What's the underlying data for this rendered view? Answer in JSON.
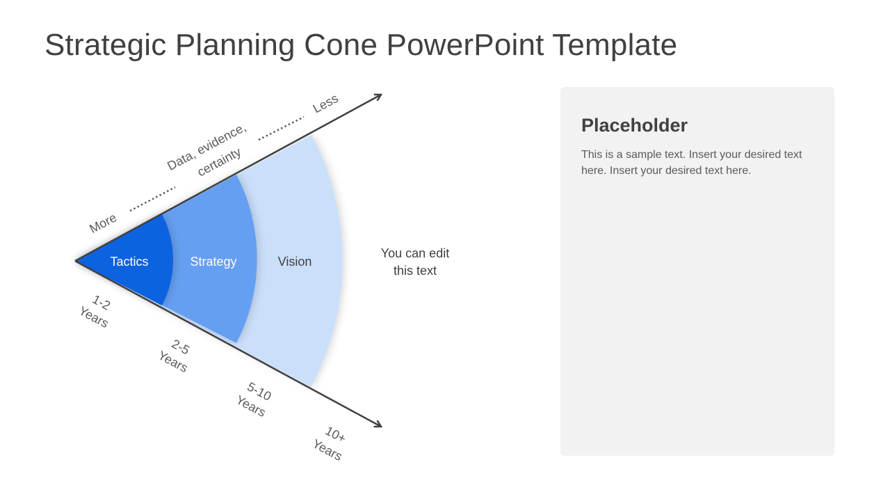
{
  "slide": {
    "title": "Strategic Planning Cone PowerPoint Template"
  },
  "cone": {
    "top_labels": {
      "more": "More",
      "middle_line1": "Data, evidence,",
      "middle_line2": "certainty",
      "less": "Less"
    },
    "segments": [
      {
        "label": "Tactics",
        "color": "#1062e0",
        "text_color": "#ffffff"
      },
      {
        "label": "Strategy",
        "color": "#659ff1",
        "text_color": "#ffffff"
      },
      {
        "label": "Vision",
        "color": "#cadffa",
        "text_color": "#404040"
      }
    ],
    "timeframes": [
      {
        "line1": "1-2",
        "line2": "Years"
      },
      {
        "line1": "2-5",
        "line2": "Years"
      },
      {
        "line1": "5-10",
        "line2": "Years"
      },
      {
        "line1": "10+",
        "line2": "Years"
      }
    ],
    "axis_color": "#404040"
  },
  "side_note": {
    "line1": "You can edit",
    "line2": "this text"
  },
  "panel": {
    "title": "Placeholder",
    "body": "This is a sample text. Insert your desired text here. Insert your desired text here."
  }
}
